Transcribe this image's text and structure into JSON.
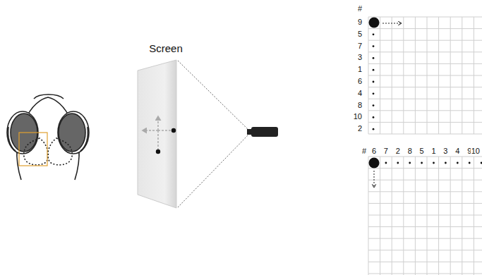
{
  "diagram": {
    "labels": [
      "Screen",
      "#",
      "9",
      "5",
      "7",
      "3",
      "1",
      "6",
      "4",
      "8",
      "10",
      "2",
      "#",
      "6",
      "7",
      "2",
      "8",
      "5",
      "1",
      "3",
      "4",
      "9",
      "10"
    ]
  }
}
